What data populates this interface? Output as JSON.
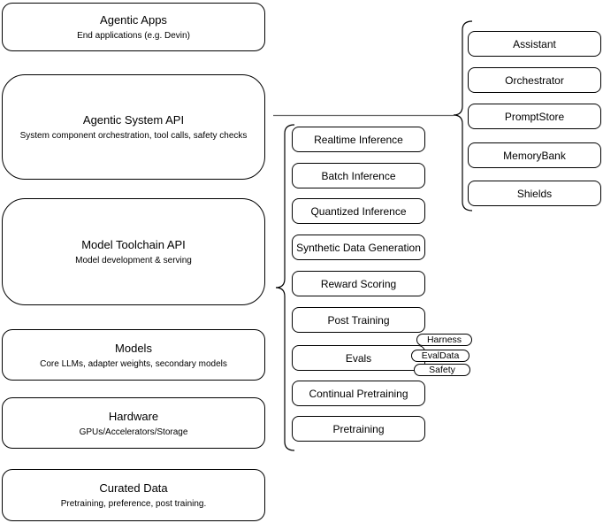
{
  "diagram": {
    "left_column": [
      {
        "title": "Agentic Apps",
        "subtitle": "End applications (e.g. Devin)"
      },
      {
        "title": "Agentic System API",
        "subtitle": "System component orchestration, tool calls, safety checks"
      },
      {
        "title": "Model Toolchain API",
        "subtitle": "Model development & serving"
      },
      {
        "title": "Models",
        "subtitle": "Core LLMs, adapter weights, secondary models"
      },
      {
        "title": "Hardware",
        "subtitle": "GPUs/Accelerators/Storage"
      },
      {
        "title": "Curated Data",
        "subtitle": "Pretraining, preference, post training."
      }
    ],
    "toolchain_components": [
      "Realtime Inference",
      "Batch Inference",
      "Quantized Inference",
      "Synthetic Data Generation",
      "Reward Scoring",
      "Post Training",
      "Evals",
      "Continual Pretraining",
      "Pretraining"
    ],
    "evals_tags": [
      "Harness",
      "EvalData",
      "Safety"
    ],
    "system_components": [
      "Assistant",
      "Orchestrator",
      "PromptStore",
      "MemoryBank",
      "Shields"
    ],
    "colors": {
      "stroke": "#000000",
      "fill": "#ffffff",
      "text": "#000000",
      "connector_line": "#666666"
    }
  }
}
